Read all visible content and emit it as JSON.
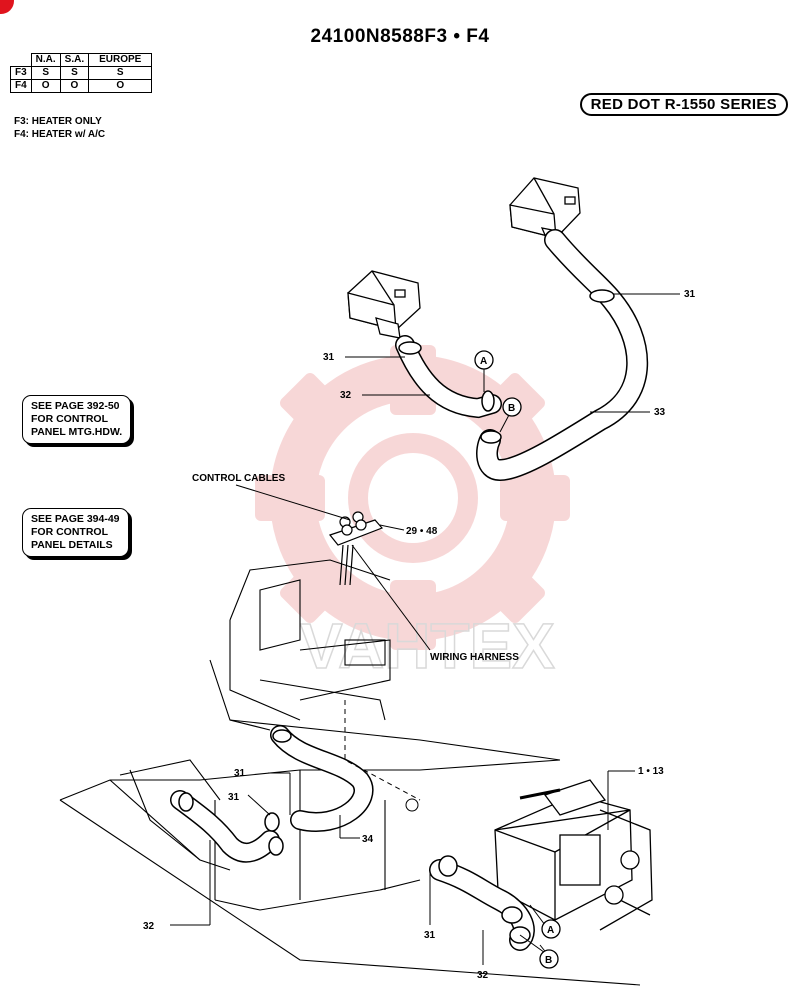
{
  "title": "24100N8588F3 • F4",
  "series_badge": "RED DOT R-1550 SERIES",
  "availability_table": {
    "columns": [
      "N.A.",
      "S.A.",
      "EUROPE"
    ],
    "rows": [
      {
        "model": "F3",
        "cells": [
          "S",
          "S",
          "S"
        ]
      },
      {
        "model": "F4",
        "cells": [
          "O",
          "O",
          "O"
        ]
      }
    ]
  },
  "legend": [
    "F3: HEATER ONLY",
    "F4: HEATER w/ A/C"
  ],
  "notes": [
    {
      "lines": [
        "SEE PAGE 392-50",
        "FOR CONTROL",
        "PANEL MTG.HDW."
      ]
    },
    {
      "lines": [
        "SEE PAGE 394-49",
        "FOR CONTROL",
        "PANEL DETAILS"
      ]
    }
  ],
  "callouts": {
    "control_cables": "CONTROL CABLES",
    "wiring_harness": "WIRING HARNESS",
    "p29_48": "29 • 48",
    "p1_13": "1 • 13",
    "p31_a": "31",
    "p31_b": "31",
    "p31_c": "31",
    "p31_d": "31",
    "p31_e": "31",
    "p32_a": "32",
    "p32_b": "32",
    "p32_c": "32",
    "p33": "33",
    "p34": "34",
    "ref_a1": "A",
    "ref_b1": "B",
    "ref_a2": "A",
    "ref_b2": "B"
  },
  "watermark_text": "VAHTEX",
  "colors": {
    "watermark": "#f2b8b8",
    "corner_mark": "#e0141e"
  }
}
